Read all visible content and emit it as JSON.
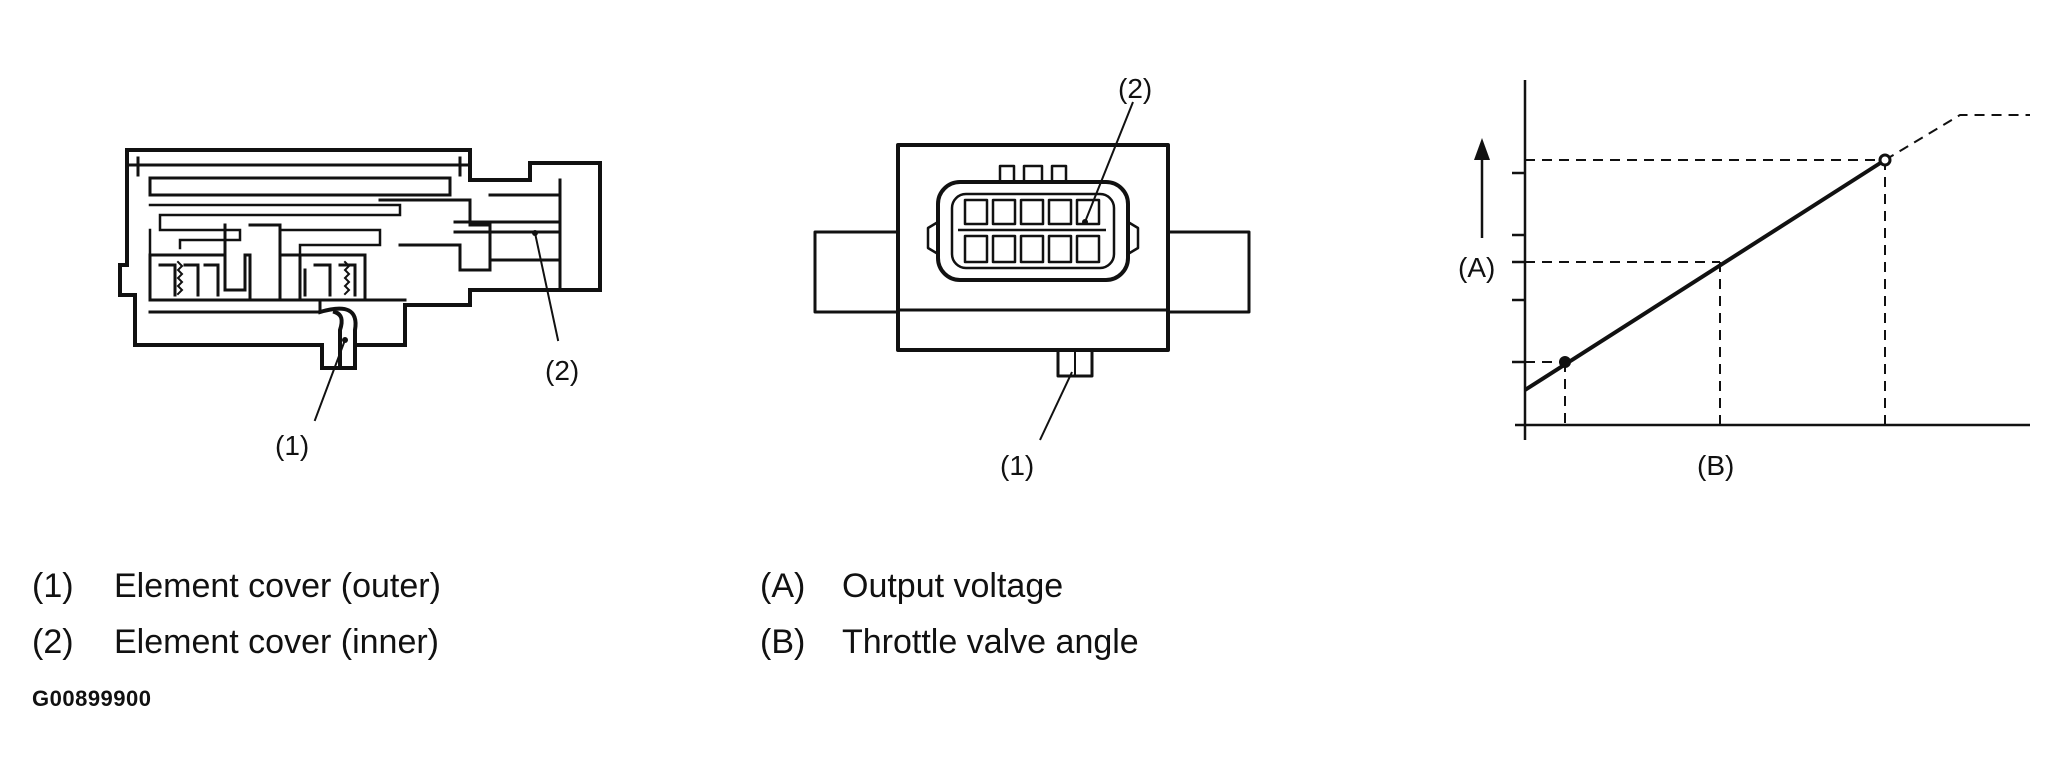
{
  "sensor_side_view": {
    "callouts": {
      "c1": "(1)",
      "c2": "(2)"
    }
  },
  "connector_view": {
    "callouts": {
      "c1": "(1)",
      "c2": "(2)"
    }
  },
  "characteristic_graph": {
    "y_axis_label": "(A)",
    "x_axis_label": "(B)"
  },
  "legend_parts": [
    {
      "key": "(1)",
      "text": "Element cover (outer)"
    },
    {
      "key": "(2)",
      "text": "Element cover (inner)"
    }
  ],
  "legend_axes": [
    {
      "key": "(A)",
      "text": "Output voltage"
    },
    {
      "key": "(B)",
      "text": "Throttle valve angle"
    }
  ],
  "figure_code": "G00899900"
}
